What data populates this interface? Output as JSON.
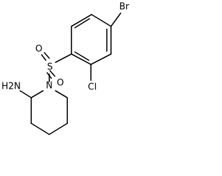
{
  "structure": {
    "atoms": {
      "br": "Br",
      "cl": "Cl",
      "s": "S",
      "o_top": "O",
      "o_bottom": "O",
      "n": "N",
      "amine": "H2N"
    }
  }
}
